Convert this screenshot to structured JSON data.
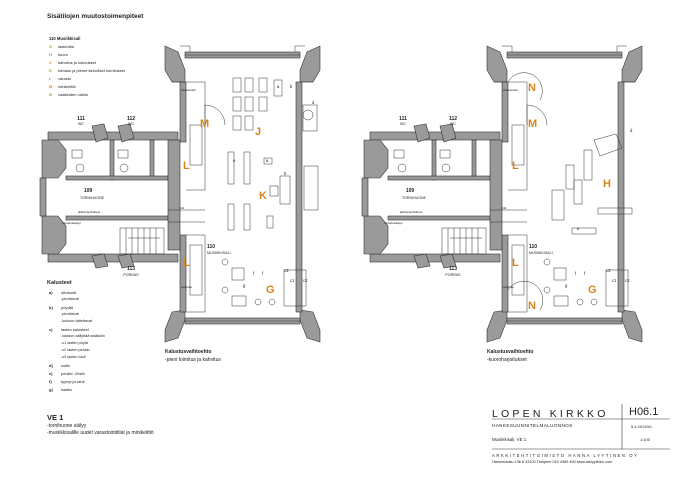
{
  "legend": {
    "title": "Sisätilojen muutostoimenpiteet",
    "room": "110 Musiikkisali",
    "items": [
      {
        "code": "G",
        "label": "lastentila"
      },
      {
        "code": "H",
        "label": "kuoro"
      },
      {
        "code": "J",
        "label": "kahvitus ja kokoukset"
      },
      {
        "code": "K",
        "label": "kortaus ja pienet kirkolliset toimitukset"
      },
      {
        "code": "L",
        "label": "varasto"
      },
      {
        "code": "M",
        "label": "minikeittiö"
      },
      {
        "code": "N",
        "label": "vaatteiden vaihto"
      }
    ]
  },
  "furniture": {
    "title": "Kalusteet",
    "items": [
      {
        "code": "a)",
        "label": "ottotuolit",
        "sub": [
          "-pinottavat"
        ]
      },
      {
        "code": "b)",
        "label": "pöydät",
        "sub": [
          "-pinottavat",
          "-kokoon taitettavat"
        ]
      },
      {
        "code": "c)",
        "label": "lasten kalusteet",
        "sub": [
          "-vadson säilyttää sisäkkiin",
          "-c1 lasten pöytä",
          "-c2 lasten penkki",
          "-c3 lasten tuoli"
        ]
      },
      {
        "code": "d)",
        "label": "soitin",
        "sub": []
      },
      {
        "code": "e)",
        "label": "penkki, 2hstä",
        "sub": []
      },
      {
        "code": "f)",
        "label": "tyynyt ja rahit",
        "sub": []
      },
      {
        "code": "g)",
        "label": "kaatto",
        "sub": []
      }
    ]
  },
  "plans": {
    "left": {
      "rooms": {
        "wc1": "111",
        "wc1_name": "WC",
        "wc2": "112",
        "wc2_name": "WC",
        "torni": "109",
        "torni_name": "TORNIHUONE",
        "porras": "113",
        "porras_name": "PORRAS",
        "sali": "110",
        "sali_name": "MUSIIKKISALI",
        "hall": "111"
      },
      "zones": {
        "m": "M",
        "j": "J",
        "l1": "L",
        "k": "K",
        "l2": "L",
        "g": "G"
      },
      "furn": {
        "a": "a",
        "b": "b",
        "d": "d",
        "e": "e",
        "a2": "a",
        "b2": "b",
        "f1": "f",
        "f2": "f",
        "g": "g",
        "c1": "c1",
        "c2": "c2",
        "c3": "c3"
      },
      "notes": {
        "n1": "jäähdytys/laitteet",
        "n2": "varastokaappi",
        "n3": "pikkukeittiö",
        "n4": "sulkutila"
      },
      "caption_title": "Kalustusvaihtoehto",
      "caption_sub": "-pieni toimitus ja kahvitus"
    },
    "right": {
      "rooms": {
        "wc1": "111",
        "wc1_name": "WC",
        "wc2": "112",
        "wc2_name": "WC",
        "torni": "109",
        "torni_name": "TORNIHUONE",
        "porras": "113",
        "porras_name": "PORRAS",
        "sali": "110",
        "sali_name": "MUSIIKKISALI",
        "hall": "111"
      },
      "zones": {
        "n1": "N",
        "m": "M",
        "l1": "L",
        "h": "H",
        "l2": "L",
        "n2": "N",
        "g": "G"
      },
      "furn": {
        "d": "d",
        "e": "e",
        "f1": "f",
        "f2": "f",
        "g": "g",
        "c1": "c1",
        "c2": "c2",
        "c3": "c3"
      },
      "notes": {
        "n1": "jäähdytys/laitteet",
        "n2": "varastokaappi",
        "n3": "pikkukeittiö",
        "n4": "sulkutila"
      },
      "caption_title": "Kalustusvaihtoehto",
      "caption_sub": "-kuoroharjoitukset"
    }
  },
  "ve": {
    "title": "VE 1",
    "lines": [
      "-tornihuone säilyy",
      "-musiikkisalille uudet varastointitilat ja minikeittiö"
    ]
  },
  "titleblock": {
    "name": "LOPEN KIRKKO",
    "subtitle": "HANKESUUNNITELMALUONNOS",
    "drawing": "Musiikkisali, VE 1",
    "number": "H06.1",
    "date": "5.4.2019/VL",
    "scale": "1:100",
    "office": "ARKKITEHTITOIMISTO HANNA LYYTINEN OY",
    "address": "Hämeenkatu 13b A 33100 Tampere 010 4389 490 www.arklyytinen.com"
  },
  "colors": {
    "zone": "#d8841d",
    "wall": "#8c8c8c",
    "line": "#333333"
  }
}
